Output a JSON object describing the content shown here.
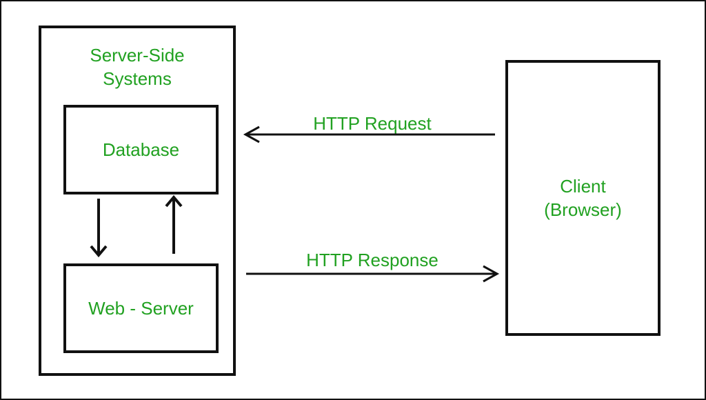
{
  "diagram": {
    "server_group": {
      "title": "Server-Side Systems",
      "database_label": "Database",
      "web_server_label": "Web - Server"
    },
    "client": {
      "label": "Client (Browser)"
    },
    "arrows": {
      "request_label": "HTTP Request",
      "response_label": "HTTP Response"
    },
    "colors": {
      "text_green": "#21A121",
      "line_black": "#111111",
      "background": "#FFFFFF"
    }
  }
}
